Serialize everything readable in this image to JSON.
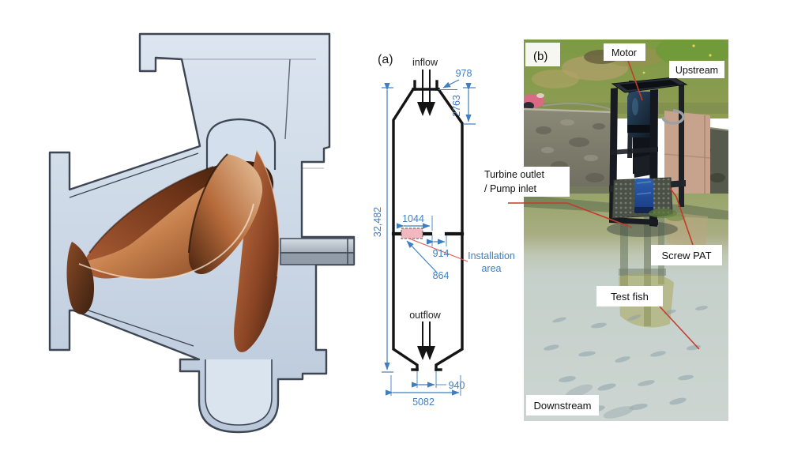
{
  "page": {
    "background": "#ffffff"
  },
  "pump_panel": {
    "description": "screw centrifugal pump cutaway"
  },
  "diagram_panel": {
    "panel_label": "(a)",
    "inflow": "inflow",
    "outflow": "outflow",
    "installation_line1": "Installation",
    "installation_line2": "area",
    "dim_inlet_width": "978",
    "dim_inlet_height": "2763",
    "dim_total_height": "32,482",
    "dim_installation_length": "1044",
    "dim_gap": "914",
    "dim_installation_width": "864",
    "dim_outlet_width": "940",
    "dim_total_width": "5082",
    "colors": {
      "dimension_blue": "#3f7fc1",
      "wall_black": "#141414",
      "installation_pink": "#f3b8bd",
      "leader_red": "#e05a52"
    }
  },
  "photo_panel": {
    "panel_label": "(b)",
    "label_motor": "Motor",
    "label_upstream": "Upstream",
    "label_turbine_outlet_line1": "Turbine outlet",
    "label_turbine_outlet_line2": "/ Pump inlet",
    "label_screw_pat": "Screw PAT",
    "label_test_fish": "Test fish",
    "label_downstream": "Downstream",
    "colors": {
      "leader_red": "#c43b2e"
    }
  }
}
